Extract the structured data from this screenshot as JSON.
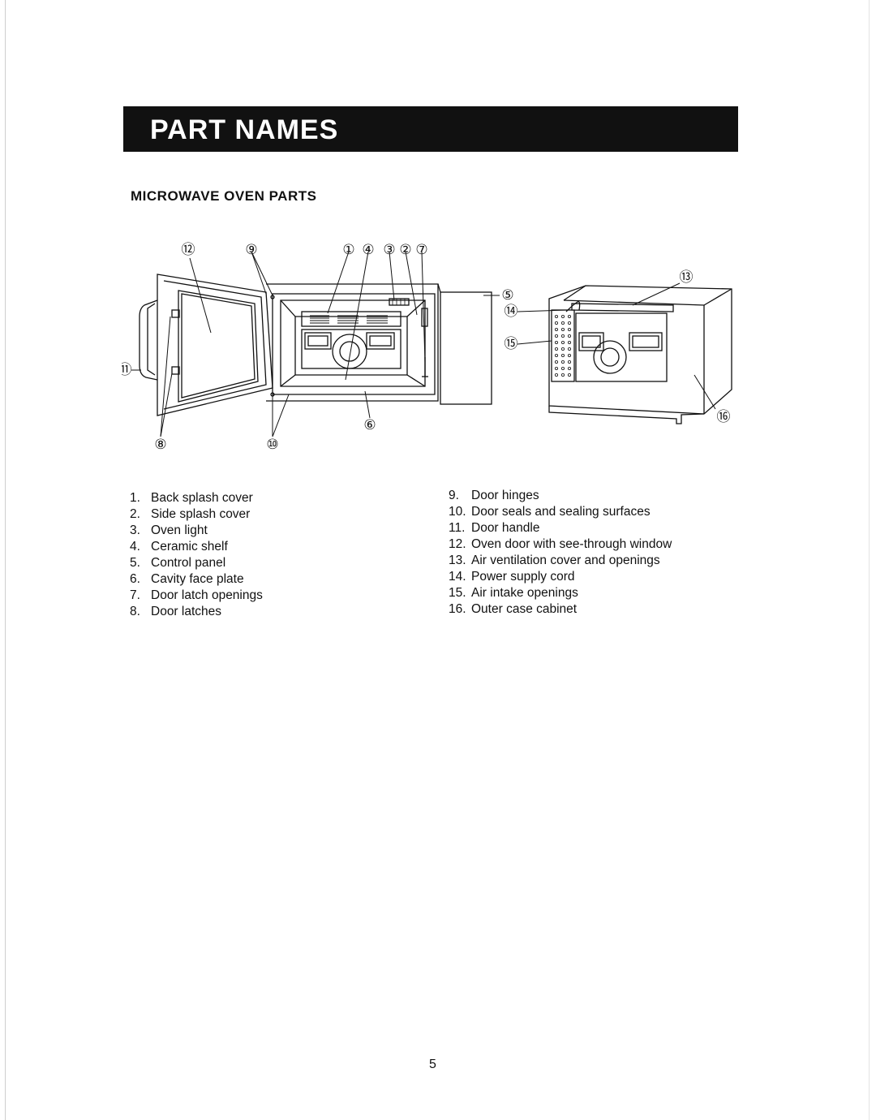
{
  "header": {
    "title": "PART NAMES"
  },
  "section": {
    "heading": "MICROWAVE OVEN PARTS"
  },
  "callouts": [
    "⑫",
    "⑨",
    "①",
    "④",
    "③",
    "②",
    "⑦",
    "⑤",
    "⑥",
    "⑧",
    "⑩",
    "⑪",
    "⑬",
    "⑭",
    "⑮",
    "⑯"
  ],
  "parts_left": [
    {
      "num": "1.",
      "label": "Back splash cover"
    },
    {
      "num": "2.",
      "label": "Side splash cover"
    },
    {
      "num": "3.",
      "label": "Oven light"
    },
    {
      "num": "4.",
      "label": "Ceramic shelf"
    },
    {
      "num": "5.",
      "label": "Control panel"
    },
    {
      "num": "6.",
      "label": "Cavity face plate"
    },
    {
      "num": "7.",
      "label": "Door latch openings"
    },
    {
      "num": "8.",
      "label": "Door latches"
    }
  ],
  "parts_right": [
    {
      "num": "9.",
      "label": "Door hinges"
    },
    {
      "num": "10.",
      "label": "Door seals and sealing surfaces"
    },
    {
      "num": "11.",
      "label": "Door handle"
    },
    {
      "num": "12.",
      "label": "Oven door with see-through window"
    },
    {
      "num": "13.",
      "label": "Air ventilation cover and openings"
    },
    {
      "num": "14.",
      "label": "Power supply cord"
    },
    {
      "num": "15.",
      "label": "Air intake openings"
    },
    {
      "num": "16.",
      "label": "Outer case cabinet"
    }
  ],
  "page_number": "5"
}
